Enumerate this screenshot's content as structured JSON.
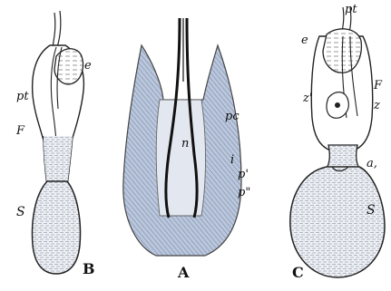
{
  "figures": {
    "B": {
      "caption": "B",
      "labels": {
        "e": "e",
        "pt": "pt",
        "F": "F",
        "S": "S"
      }
    },
    "A": {
      "caption": "A",
      "labels": {
        "pc": "pc",
        "n": "n",
        "i": "i",
        "p1": "p'",
        "p2": "p\""
      }
    },
    "C": {
      "caption": "C",
      "labels": {
        "pt": "pt",
        "e": "e",
        "F": "F",
        "z1": "z'",
        "z": "z",
        "a": "a,",
        "S": "S"
      }
    }
  }
}
